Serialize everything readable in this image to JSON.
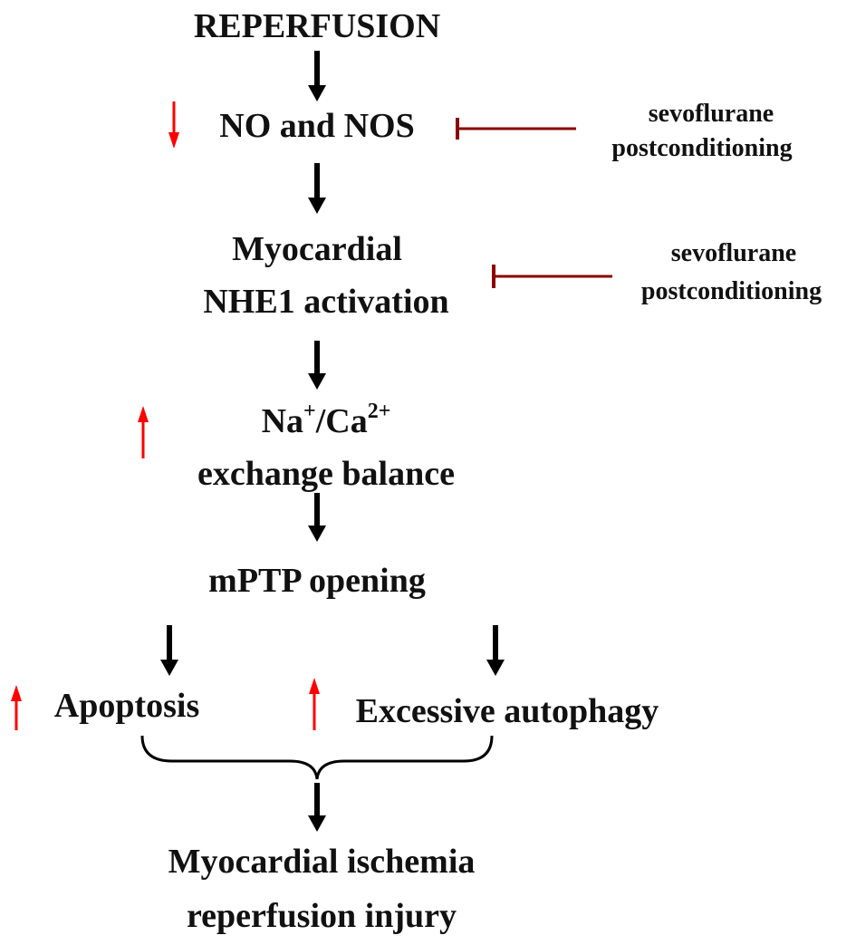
{
  "title": "REPERFUSION",
  "nodes": {
    "no_nos": "NO and NOS",
    "nhe1_line1": "Myocardial",
    "nhe1_line2": "NHE1 activation",
    "exchange_na": "Na",
    "exchange_na_sup": "+",
    "exchange_ca": "/Ca",
    "exchange_ca_sup": "2+",
    "exchange_line2": "exchange balance",
    "mptp": "mPTP opening",
    "apoptosis": "Apoptosis",
    "autophagy": "Excessive autophagy",
    "outcome_line1": "Myocardial ischemia",
    "outcome_line2": "reperfusion injury"
  },
  "inhibitors": [
    {
      "line1": "sevoflurane",
      "line2": "postconditioning",
      "target": "NO and NOS"
    },
    {
      "line1": "sevoflurane",
      "line2": "postconditioning",
      "target": "NHE1 activation"
    }
  ],
  "colors": {
    "flow_arrow": "#000000",
    "change_arrow": "#ff0000",
    "inhibitor": "#8b0000",
    "text": "#111111"
  },
  "change_indicators": {
    "no_nos": "down",
    "exchange_balance": "up",
    "apoptosis": "up",
    "autophagy": "up"
  }
}
